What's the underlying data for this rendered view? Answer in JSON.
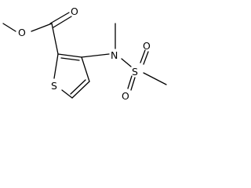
{
  "molecule": {
    "atoms": {
      "ester_carbonyl_oxygen": "O",
      "ester_ether_oxygen": "O",
      "ring_sulfur": "S",
      "amine_nitrogen": "N",
      "sulfonyl_sulfur": "S",
      "sulfonyl_oxygen_upper": "O",
      "sulfonyl_oxygen_lower": "O"
    }
  }
}
